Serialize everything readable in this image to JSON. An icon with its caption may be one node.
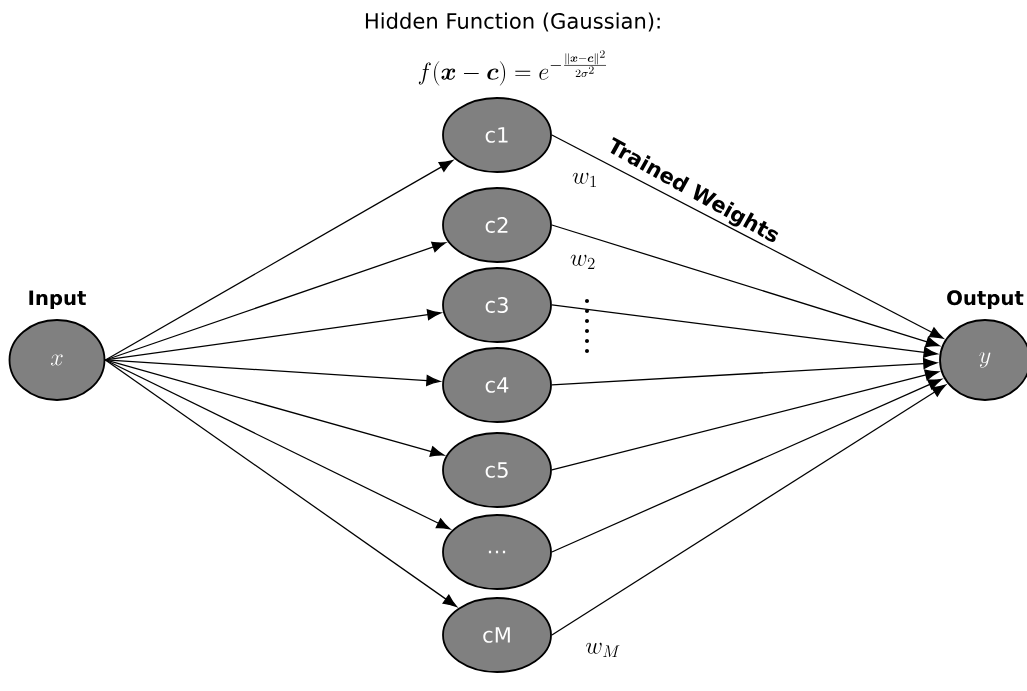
{
  "diagram": {
    "title": "Hidden Function (Gaussian):",
    "nodes": [
      {
        "text": [
          "Input",
          "x"
        ]
      },
      {
        "text": [
          "c1"
        ]
      },
      {
        "text": [
          "c2"
        ]
      },
      {
        "text": [
          "c3"
        ]
      },
      {
        "text": [
          "c4"
        ]
      },
      {
        "text": [
          "c5"
        ]
      },
      {
        "text": [
          "…"
        ]
      },
      {
        "text": [
          "cM"
        ]
      },
      {
        "text": [
          "Output",
          "y"
        ]
      }
    ],
    "edges": [
      {
        "from": 0,
        "to": 1,
        "arrow": "to"
      },
      {
        "from": 0,
        "to": 2,
        "arrow": "to"
      },
      {
        "from": 0,
        "to": 3,
        "arrow": "to"
      },
      {
        "from": 0,
        "to": 4,
        "arrow": "to"
      },
      {
        "from": 0,
        "to": 5,
        "arrow": "to"
      },
      {
        "from": 0,
        "to": 6,
        "arrow": "to"
      },
      {
        "from": 0,
        "to": 7,
        "arrow": "to"
      },
      {
        "from": 1,
        "to": 8,
        "arrow": "to",
        "label": "w_1"
      },
      {
        "from": 2,
        "to": 8,
        "arrow": "to",
        "label": "w_2"
      },
      {
        "from": 3,
        "to": 8,
        "arrow": "to"
      },
      {
        "from": 4,
        "to": 8,
        "arrow": "to"
      },
      {
        "from": 5,
        "to": 8,
        "arrow": "to"
      },
      {
        "from": 6,
        "to": 8,
        "arrow": "to"
      },
      {
        "from": 7,
        "to": 8,
        "arrow": "to",
        "label": "w_M"
      }
    ],
    "labels": [
      "f(\\boldsymbol{x}-\\boldsymbol{c}) = e^{-\\frac{\\|\\boldsymbol{x}-\\boldsymbol{c}\\|^2}{2\\sigma^2}}",
      "Trained Weights"
    ]
  }
}
